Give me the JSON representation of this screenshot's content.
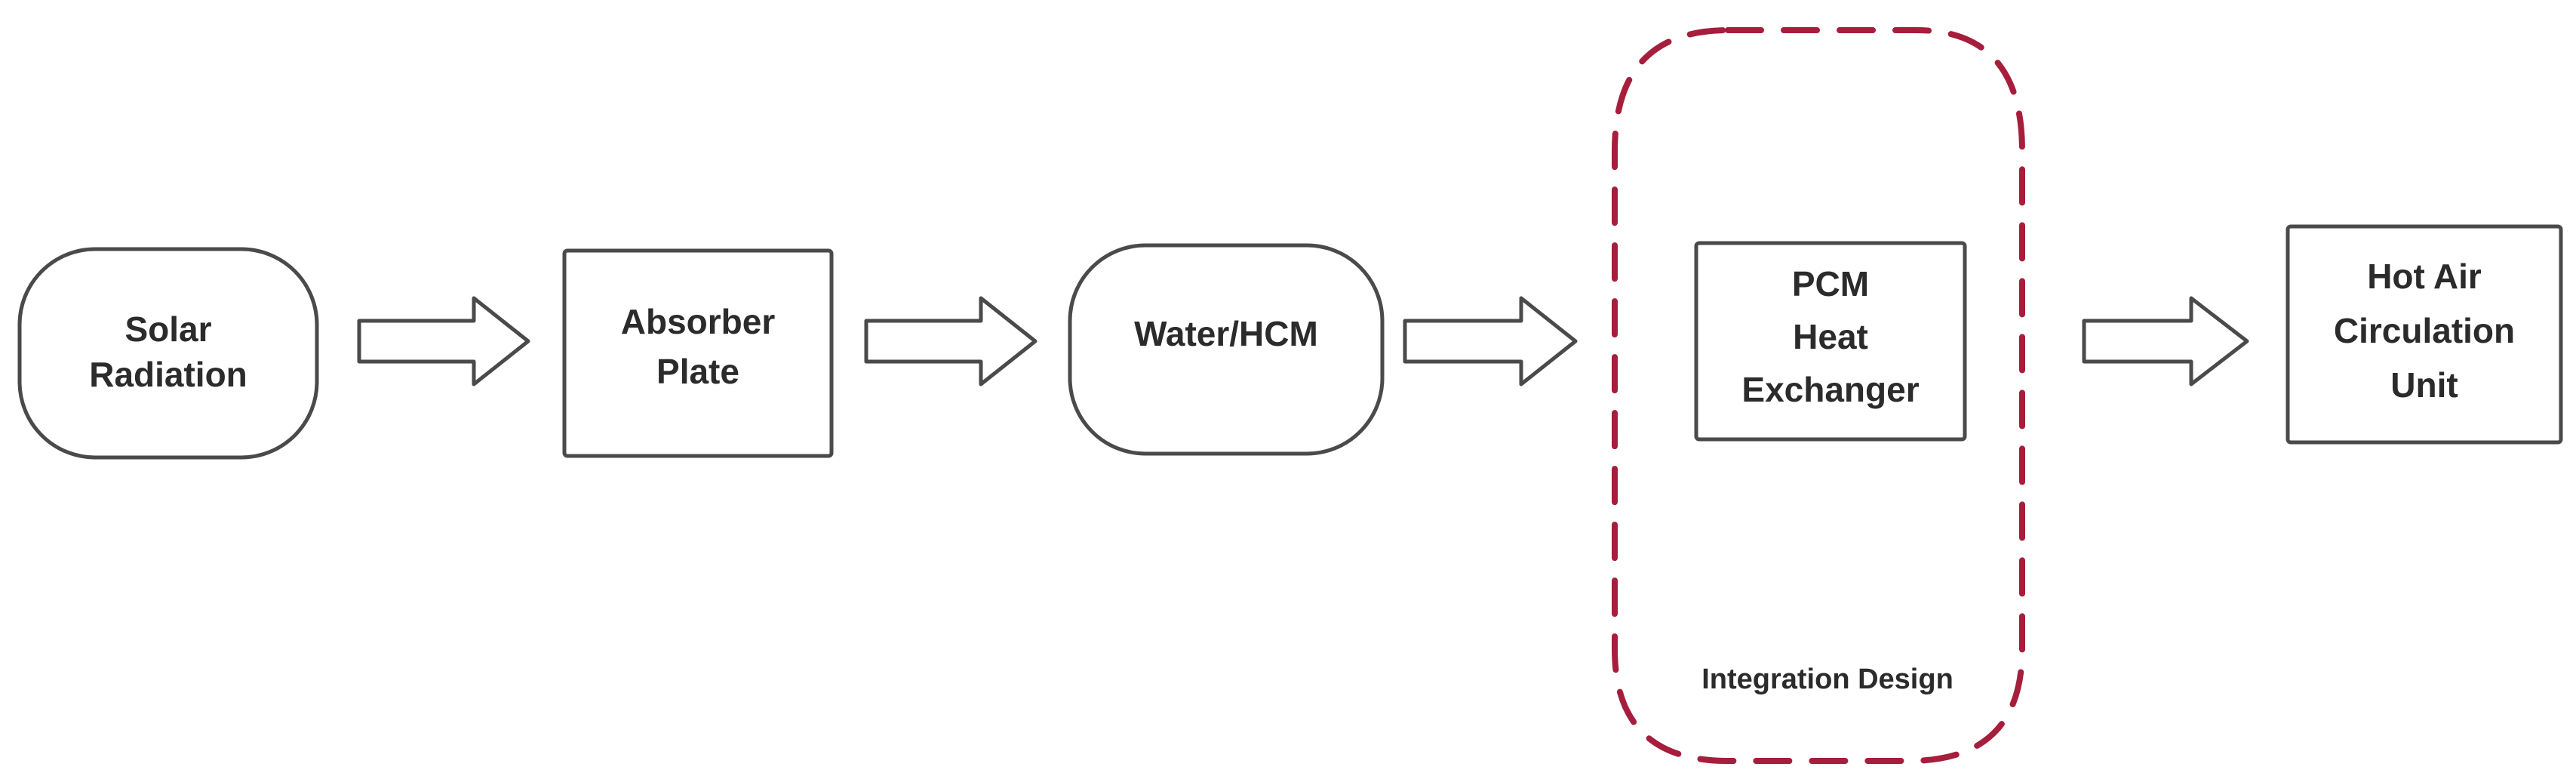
{
  "diagram": {
    "nodes": [
      {
        "id": "solar",
        "shape": "rounded",
        "lines": [
          "Solar",
          "Radiation"
        ]
      },
      {
        "id": "absorber",
        "shape": "rect",
        "lines": [
          "Absorber",
          "Plate"
        ]
      },
      {
        "id": "water",
        "shape": "rounded",
        "lines": [
          "Water/HCM"
        ]
      },
      {
        "id": "pcm",
        "shape": "rect",
        "lines": [
          "PCM",
          "Heat",
          "Exchanger"
        ]
      },
      {
        "id": "hotair",
        "shape": "rect",
        "lines": [
          "Hot Air",
          "Circulation",
          "Unit"
        ]
      }
    ],
    "edges": [
      {
        "from": "solar",
        "to": "absorber"
      },
      {
        "from": "absorber",
        "to": "water"
      },
      {
        "from": "water",
        "to": "pcm"
      },
      {
        "from": "pcm",
        "to": "hotair"
      }
    ],
    "group": {
      "label": "Integration Design",
      "contains": [
        "pcm"
      ],
      "outline_color": "#a61e3c"
    },
    "colors": {
      "node_stroke": "#4a4a4a",
      "text": "#2b2b2b",
      "background": "#ffffff"
    }
  }
}
